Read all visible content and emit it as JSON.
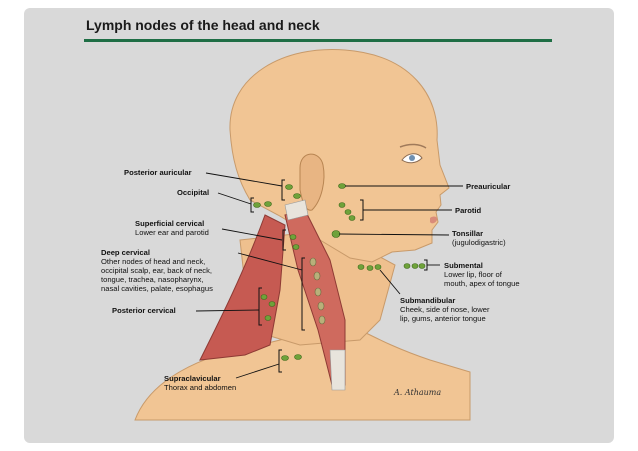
{
  "title": "Lymph nodes of the head and neck",
  "labels": {
    "posterior_auricular": "Posterior auricular",
    "occipital": "Occipital",
    "superficial_cervical": "Superficial cervical",
    "superficial_cervical_desc": "Lower ear and parotid",
    "deep_cervical": "Deep cervical",
    "deep_cervical_desc_1": "Other nodes of head and neck,",
    "deep_cervical_desc_2": "occipital scalp, ear, back of neck,",
    "deep_cervical_desc_3": "tongue, trachea, nasopharynx,",
    "deep_cervical_desc_4": "nasal cavities, palate, esophagus",
    "posterior_cervical": "Posterior cervical",
    "supraclavicular": "Supraclavicular",
    "supraclavicular_desc": "Thorax and abdomen",
    "preauricular": "Preauricular",
    "parotid": "Parotid",
    "tonsillar": "Tonsillar",
    "tonsillar_desc": "(jugulodigastric)",
    "submental": "Submental",
    "submental_desc_1": "Lower lip, floor of",
    "submental_desc_2": "mouth, apex of tongue",
    "submandibular": "Submandibular",
    "submandibular_desc_1": "Cheek, side of nose, lower",
    "submandibular_desc_2": "lip, gums, anterior tongue"
  },
  "signature": "A. Athauma",
  "colors": {
    "rule": "#1f6e45",
    "skin": "#f1c594",
    "node": "#6fa23a",
    "muscle": "#c65a52",
    "frame": "#d9d9d9"
  }
}
